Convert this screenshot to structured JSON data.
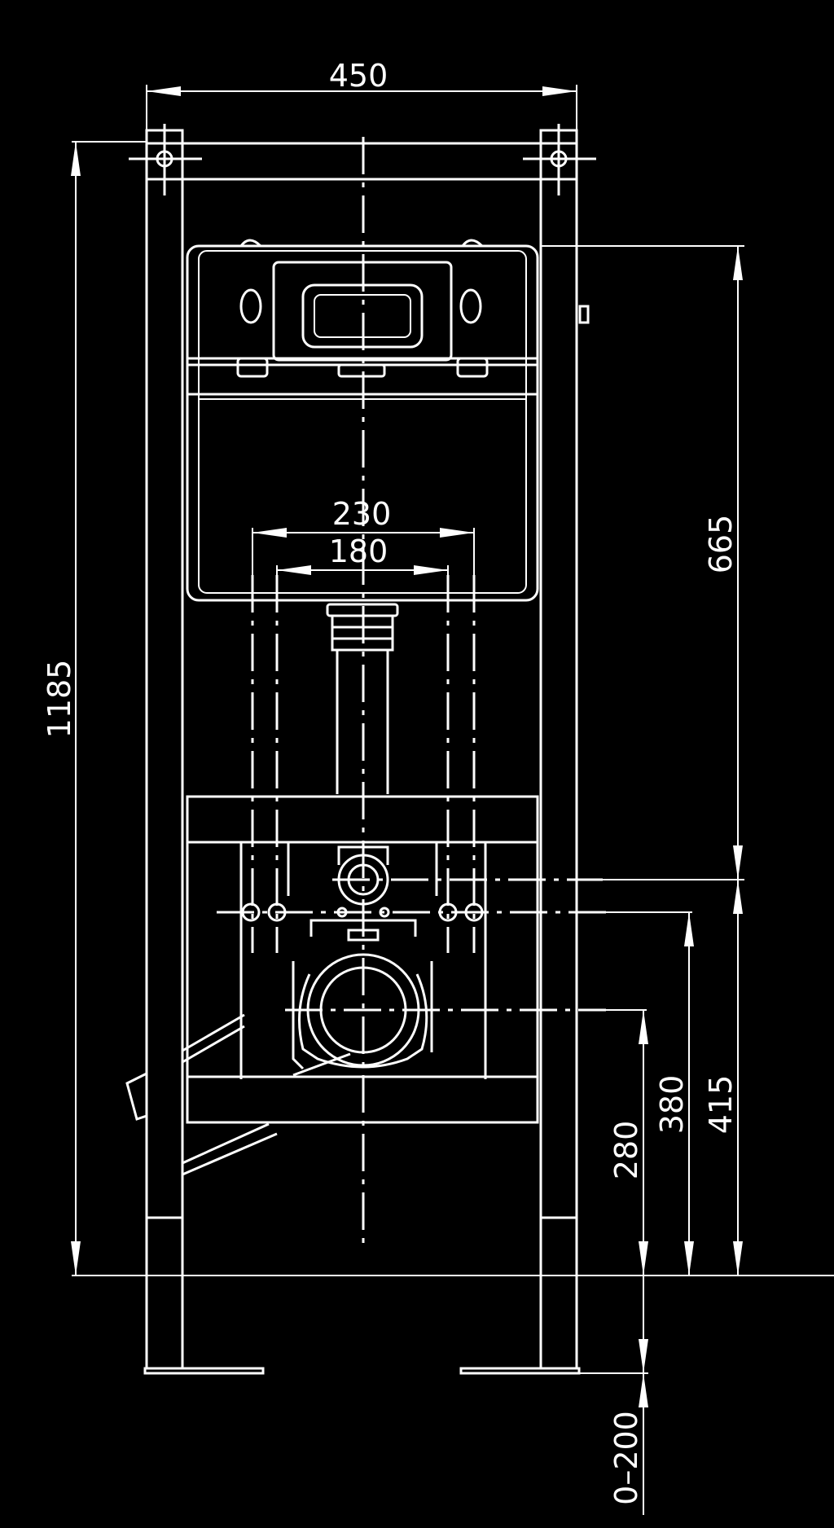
{
  "dimensions": {
    "frame_width": "450",
    "frame_height": "1185",
    "inlet_spacing_outer": "230",
    "inlet_spacing_inner": "180",
    "tank_height": "665",
    "waste_outlet_height": "280",
    "supply_height": "380",
    "rod_height": "415",
    "leg_adjustment": "0–200"
  },
  "colors": {
    "background": "#000000",
    "lines": "#ffffff"
  }
}
